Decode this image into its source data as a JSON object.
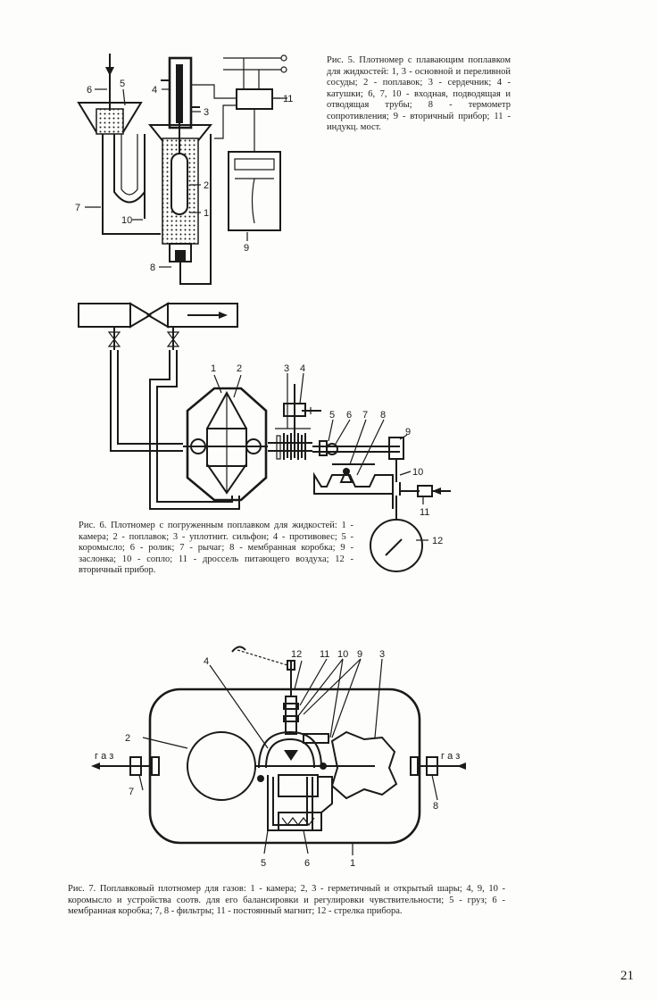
{
  "figures": [
    {
      "id": "fig5",
      "caption": "Рис. 5. Плотномер с плавающим поплавком для жидкостей: 1, 3 - основной и переливной сосуды; 2 - поплавок; 3 - сердечник; 4 - катушки; 6, 7, 10 - входная, подводящая и отводящая трубы; 8 - термометр сопротивления; 9 - вторичный прибор; 11 - индукц. мост.",
      "labels": [
        "6",
        "5",
        "4",
        "3",
        "2",
        "1",
        "7",
        "10",
        "8",
        "9",
        "11"
      ]
    },
    {
      "id": "fig6",
      "caption": "Рис. 6. Плотномер с погруженным поплавком для жидкостей: 1 - камера; 2 - поплавок; 3 - уплотнит. сильфон; 4 - противовес; 5 - коромысло; 6 - ролик; 7 - рычаг; 8 - мембранная коробка; 9 - заслонка; 10 - сопло; 11 - дроссель питающего воздуха; 12 - вторичный прибор.",
      "labels": [
        "1",
        "2",
        "3",
        "4",
        "5",
        "6",
        "7",
        "8",
        "9",
        "10",
        "11",
        "12"
      ]
    },
    {
      "id": "fig7",
      "caption": "Рис. 7. Поплавковый плотномер для газов: 1 - камера; 2, 3 - герметичный и открытый шары; 4, 9, 10 - коромысло и устройства соотв. для его балансировки и регулировки чувствительности; 5 - груз; 6 - мембранная коробка; 7, 8 - фильтры; 11 - постоянный магнит; 12 - стрелка прибора.",
      "labels": [
        "12",
        "11",
        "10",
        "9",
        "3",
        "4",
        "2",
        "7",
        "8",
        "5",
        "6",
        "1"
      ],
      "gas_label": "г а з"
    }
  ],
  "page_number": "21"
}
